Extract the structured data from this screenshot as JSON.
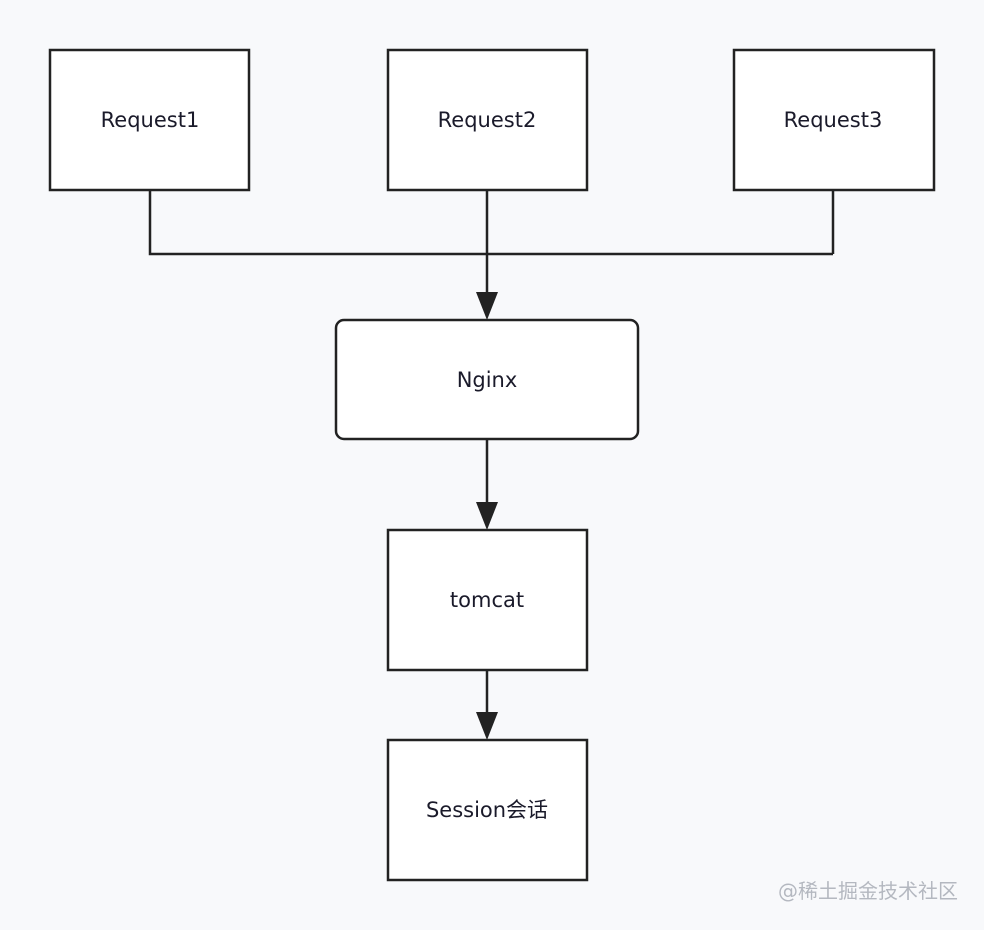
{
  "nodes": {
    "request1": "Request1",
    "request2": "Request2",
    "request3": "Request3",
    "nginx": "Nginx",
    "tomcat": "tomcat",
    "session": "Session会话"
  },
  "watermark": "@稀土掘金技术社区"
}
